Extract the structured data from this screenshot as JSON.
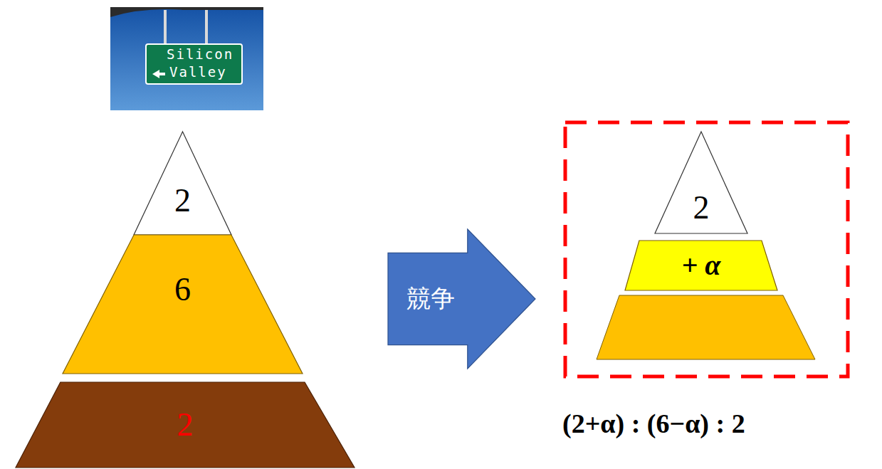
{
  "diagram": {
    "nodes": [
      {
        "text": [
          "2"
        ]
      },
      {
        "text": [
          "6"
        ]
      },
      {
        "text": [
          "2"
        ]
      },
      {
        "text": [
          "競争"
        ]
      },
      {
        "text": [
          "2"
        ]
      },
      {
        "text": [
          "+ α"
        ]
      }
    ],
    "labels": [
      "Silicon",
      "Valley",
      "(2+α) : (6−α) : 2"
    ]
  }
}
